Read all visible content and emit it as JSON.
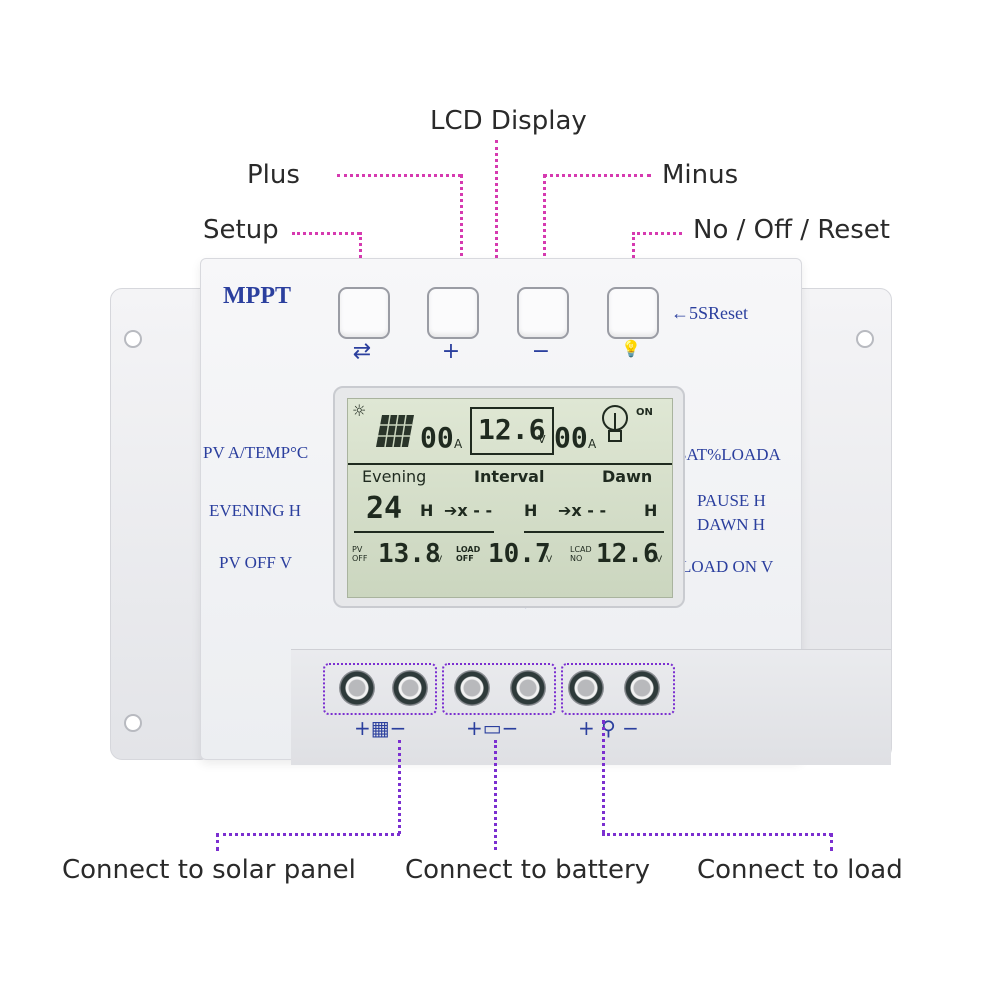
{
  "callouts": {
    "lcd": "LCD Display",
    "plus": "Plus",
    "minus": "Minus",
    "setup": "Setup",
    "reset": "No / Off / Reset",
    "solar": "Connect to solar panel",
    "battery": "Connect to battery",
    "load": "Connect to load"
  },
  "panel": {
    "brand": "MPPT",
    "reset_hint": "←5SReset",
    "btn_setup": "⇄",
    "btn_plus": "+",
    "btn_minus": "−",
    "btn_reset": "💡",
    "left_labels": [
      "PV A/TEMP°C",
      "EVENING H",
      "PV OFF V"
    ],
    "right_labels": [
      "BAT%LOADA",
      "PAUSE H",
      "DAWN H",
      "LOAD ON V"
    ],
    "bottom_label": "LOAD OFF V"
  },
  "lcd": {
    "pv_current": "00",
    "pv_unit": "A",
    "battery_voltage": "12.6",
    "battery_unit": "V",
    "load_current": "00",
    "load_unit": "A",
    "on_label": "ON",
    "header_evening": "Evening",
    "header_interval": "Interval",
    "header_dawn": "Dawn",
    "evening_hours": "24",
    "h1": "H",
    "interval_value": "➔x - -",
    "h2": "H",
    "dawn_value": "➔x - -",
    "h3": "H",
    "pv_off_label": "PV\nOFF",
    "pv_off_value": "13.8",
    "load_off_label": "LOAD\nOFF",
    "load_off_value": "10.7",
    "load_on_label": "LCAD\nNO",
    "load_on_value": "12.6",
    "v": "V"
  },
  "terminals": {
    "solar": "+▦−",
    "battery": "+▭−",
    "load": "+ ⚲ −"
  },
  "colors": {
    "pink_leader": "#d63ab0",
    "purple_leader": "#7b2fd0",
    "panel_text": "#2b3f9e",
    "lcd_bg": "#d6dfca"
  }
}
